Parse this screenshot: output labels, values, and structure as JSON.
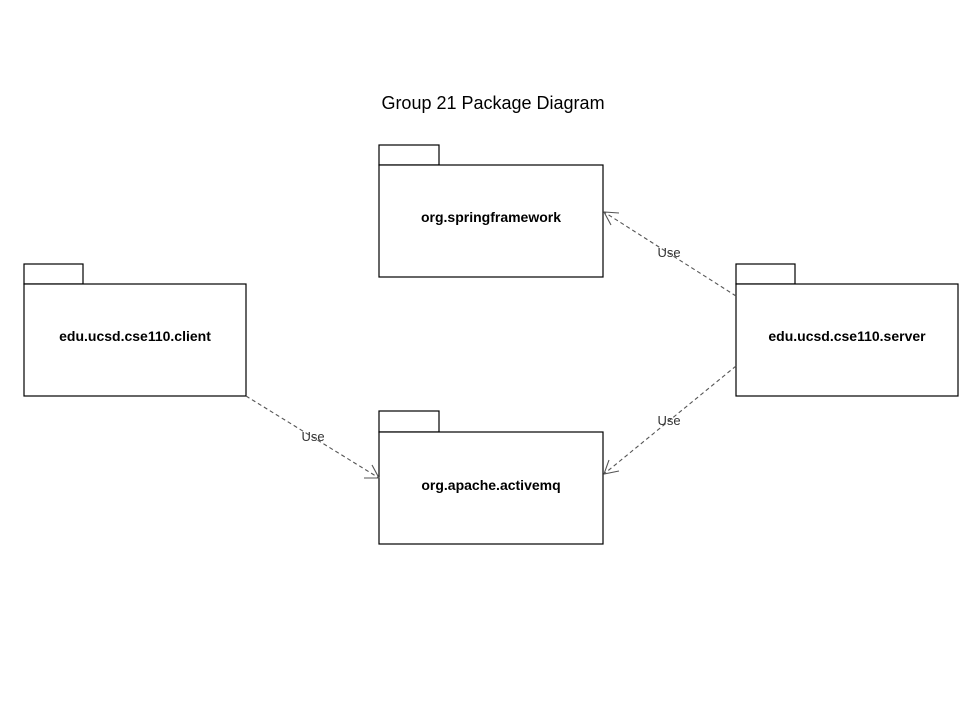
{
  "diagram": {
    "title": "Group 21 Package Diagram",
    "packages": {
      "springframework": {
        "name": "org.springframework"
      },
      "client": {
        "name": "edu.ucsd.cse110.client"
      },
      "server": {
        "name": "edu.ucsd.cse110.server"
      },
      "activemq": {
        "name": "org.apache.activemq"
      }
    },
    "dependencies": [
      {
        "from": "edu.ucsd.cse110.server",
        "to": "org.springframework",
        "label": "Use"
      },
      {
        "from": "edu.ucsd.cse110.server",
        "to": "org.apache.activemq",
        "label": "Use"
      },
      {
        "from": "edu.ucsd.cse110.client",
        "to": "org.apache.activemq",
        "label": "Use"
      }
    ]
  }
}
